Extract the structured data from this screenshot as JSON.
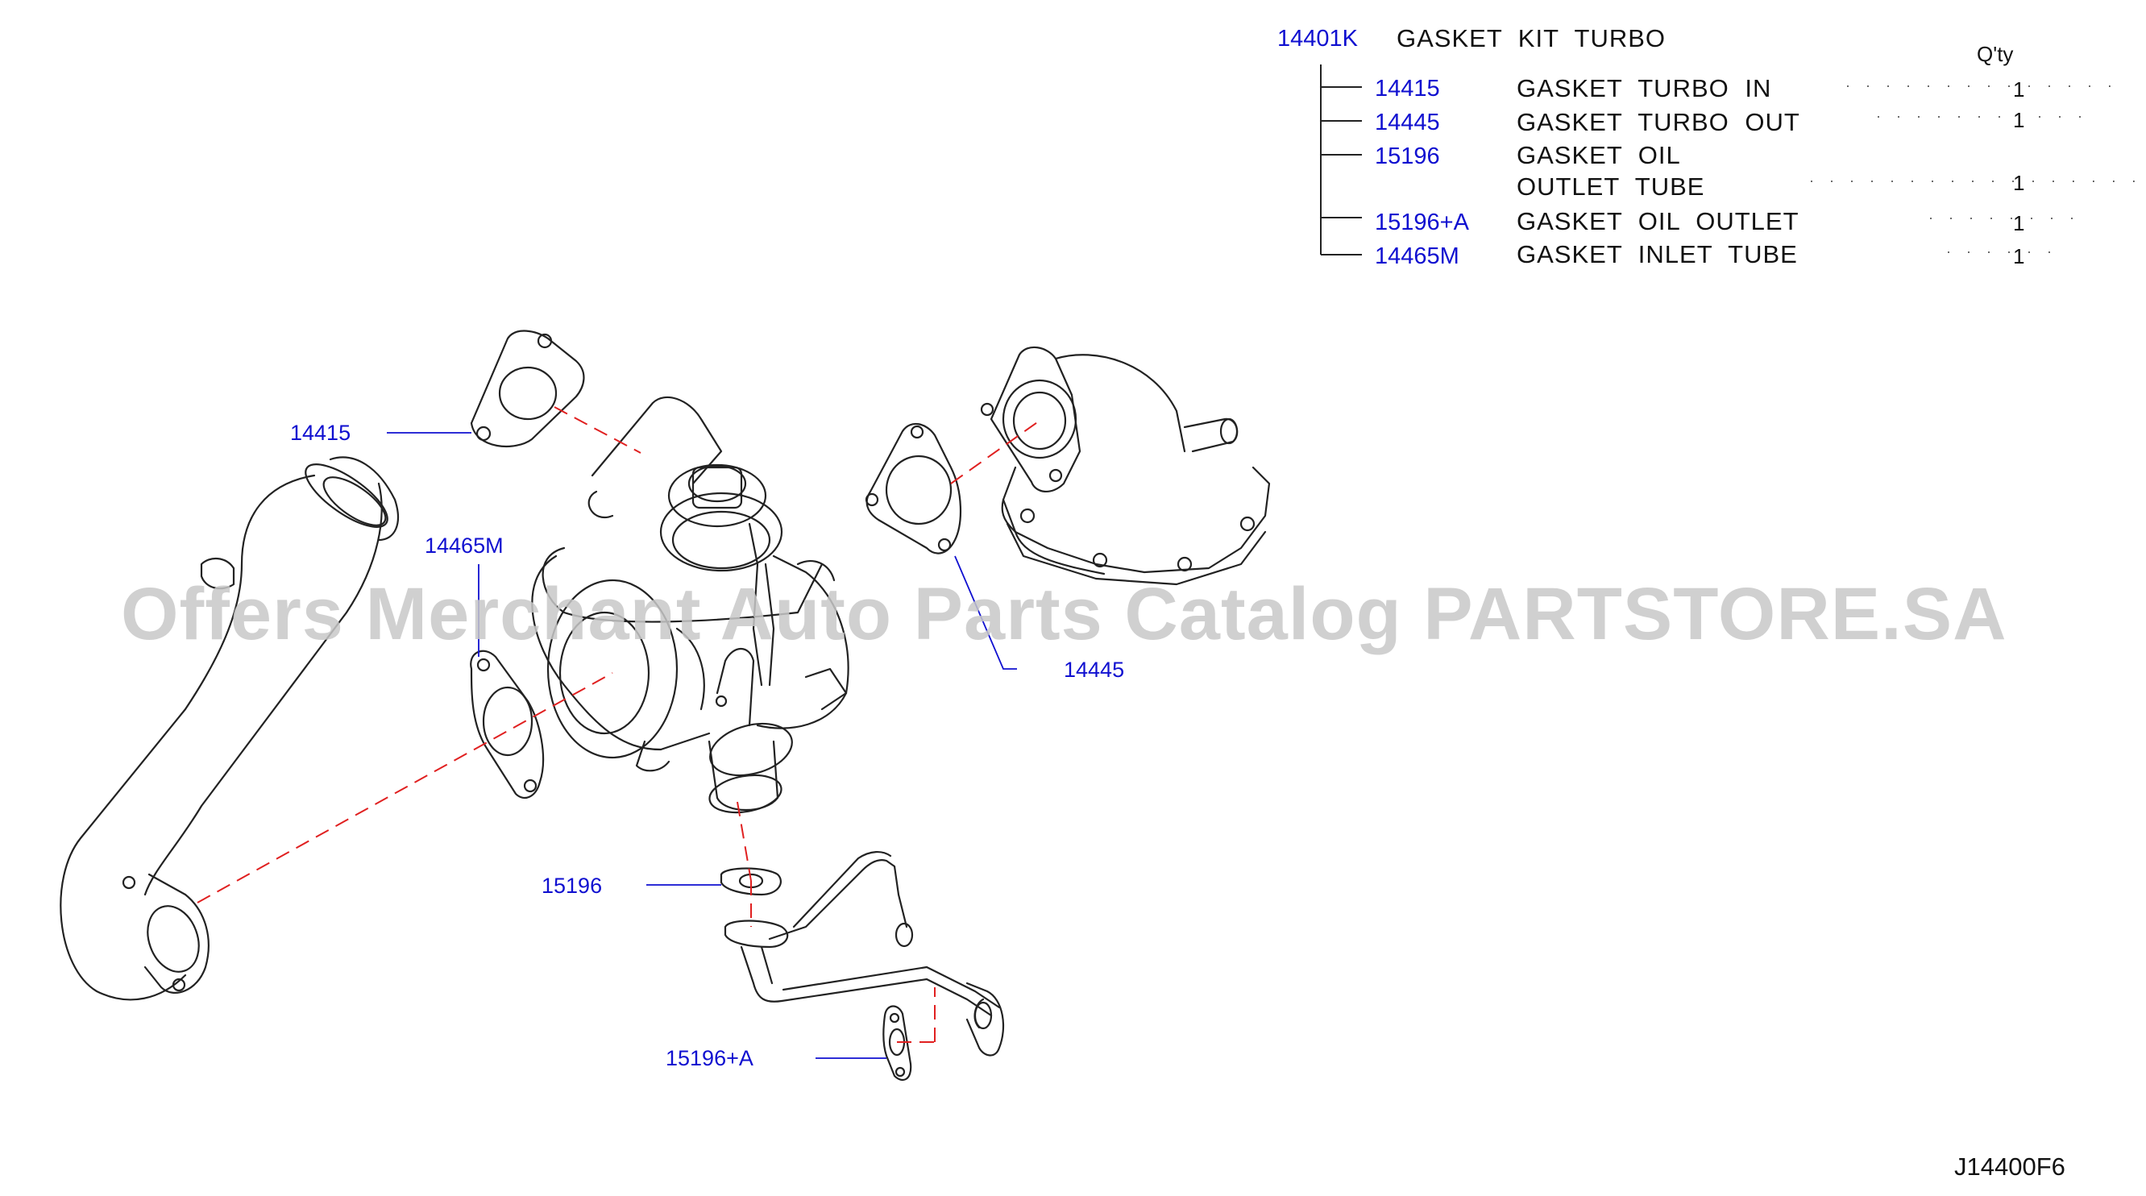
{
  "kit": {
    "code": "14401K",
    "name": "GASKET  KIT  TURBO",
    "qty_header": "Q'ty"
  },
  "parts": [
    {
      "code": "14415",
      "desc_lines": [
        "GASKET  TURBO  IN"
      ],
      "dots": "· · · · · · · · · · · · · ·",
      "qty": "1"
    },
    {
      "code": "14445",
      "desc_lines": [
        "GASKET  TURBO  OUT"
      ],
      "dots": "· · · · · · · · · · ·",
      "qty": "1"
    },
    {
      "code": "15196",
      "desc_lines": [
        "GASKET  OIL",
        "OUTLET  TUBE"
      ],
      "dots": "· · · · · · · · · · · · · · · · · · ·",
      "qty": "1"
    },
    {
      "code": "15196+A",
      "desc_lines": [
        "GASKET  OIL  OUTLET"
      ],
      "dots": "· · · · · · · ·",
      "qty": "1"
    },
    {
      "code": "14465M",
      "desc_lines": [
        "GASKET  INLET  TUBE"
      ],
      "dots": "· · · · · ·",
      "qty": "1"
    }
  ],
  "callouts": {
    "c14415": "14415",
    "c14465m": "14465M",
    "c14445": "14445",
    "c15196": "15196",
    "c15196a": "15196+A"
  },
  "watermark": "Offers Merchant Auto Parts Catalog PARTSTORE.SA",
  "diagram_id": "J14400F6",
  "colors": {
    "code_blue": "#1010d0",
    "dash_red": "#e02020",
    "leader_blue": "#1010d0",
    "line": "#222222"
  }
}
